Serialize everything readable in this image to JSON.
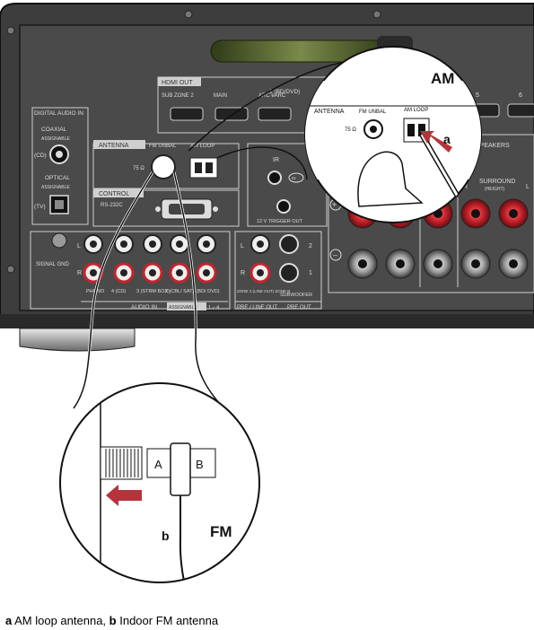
{
  "panel": {
    "hdmi_out": {
      "title": "HDMI OUT",
      "ports": [
        "SUB ZONE 2",
        "MAIN",
        "ARC eARC"
      ],
      "input1": "1 (BD/DVD)"
    },
    "digital_audio_in": {
      "title": "DIGITAL AUDIO IN",
      "coaxial": "COAXIAL",
      "assignable": "ASSIGNABLE",
      "cd": "(CD)",
      "optical": "OPTICAL",
      "tv": "(TV)"
    },
    "antenna": {
      "title": "ANTENNA",
      "fm": "FM UNBAL",
      "ohm": "75 Ω",
      "am": "AM LOOP"
    },
    "ir": {
      "title": "IR",
      "in": "IN"
    },
    "control": {
      "title": "CONTROL",
      "port": "RS-232C"
    },
    "trigger": "12 V TRIGGER OUT",
    "signal_gnd": "SIGNAL GND",
    "audio_in": {
      "title": "AUDIO IN",
      "assignable": "ASSIGNABLE",
      "range": "1 – 4",
      "labels": [
        "PHONO",
        "4 (CD)",
        "3 (STRM BOX)",
        "2 (CBL/ SAT)",
        "1 (BD/ DVD)"
      ]
    },
    "pre_out": {
      "line": "PRE / LINE OUT",
      "pre": "PRE OUT",
      "zone2": "ZONE 2 (LINE OUT) ZONE B",
      "subwoofer": "SUBWOOFER",
      "sub_numbers": [
        "2",
        "1"
      ]
    },
    "speakers": {
      "title": "SPEAKERS",
      "surround": "SURROUND",
      "height": "(HEIGHT)",
      "r": "R",
      "l": "L",
      "plus": "+",
      "minus": "–"
    },
    "channel": {
      "l": "L",
      "r": "R"
    },
    "hdmi_numbers": [
      "5",
      "6"
    ]
  },
  "callouts": {
    "am_title": "AM",
    "fm_title": "FM",
    "label_a": "a",
    "label_b": "b",
    "switch_a": "A",
    "switch_b": "B"
  },
  "caption": {
    "a_label": "a",
    "a_text": " AM loop antenna, ",
    "b_label": "b",
    "b_text": " Indoor FM antenna"
  },
  "colors": {
    "panel": "#3d3d3d",
    "panel_dark": "#2a2a2a",
    "terminal_red": "#c8232c",
    "arrow": "#b5343b",
    "antenna_green": "#4a5a2a"
  }
}
